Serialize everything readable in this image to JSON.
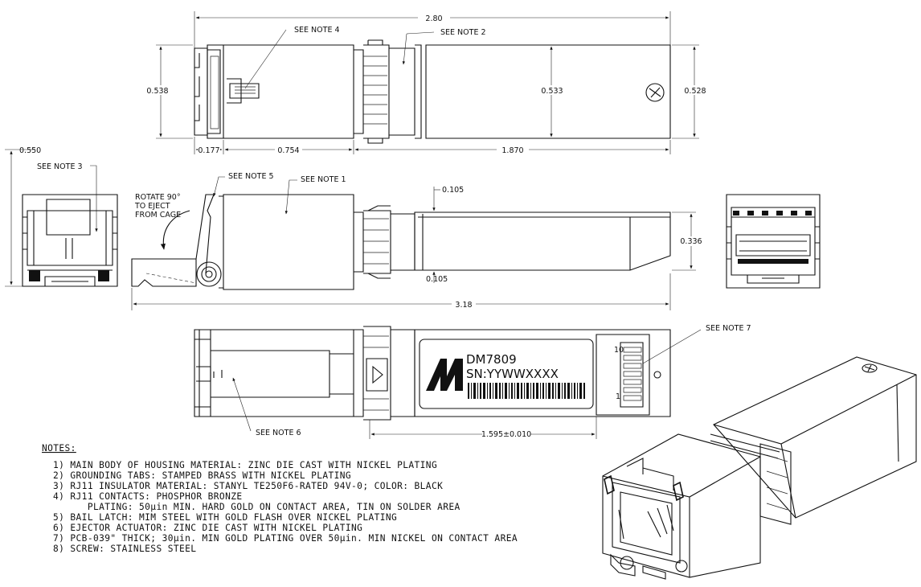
{
  "dimensions": {
    "overall_length": "2.80",
    "housing_height": "0.538",
    "mid_height": "0.533",
    "tail_height": "0.528",
    "seg_a": "0.177",
    "seg_b": "0.754",
    "seg_c": "1.870",
    "end_height": "0.550",
    "latch_top": "0.105",
    "latch_bottom": "0.105",
    "side_height": "0.336",
    "extended_length": "3.18",
    "label_pos": "1.595±0.010"
  },
  "callouts": {
    "note4": "SEE NOTE 4",
    "note2": "SEE NOTE 2",
    "note3": "SEE NOTE 3",
    "note5": "SEE NOTE 5",
    "note1": "SEE NOTE 1",
    "note7": "SEE NOTE 7",
    "note6": "SEE NOTE 6"
  },
  "rotate_text": [
    "ROTATE 90°",
    "TO EJECT",
    "FROM CAGE"
  ],
  "label": {
    "logo": "M",
    "model": "DM7809",
    "serial": "SN:YYWWXXXX",
    "pin_top": "10",
    "pin_bottom": "1"
  },
  "notes_title": "NOTES:",
  "notes": [
    "1)  MAIN BODY OF HOUSING MATERIAL: ZINC DIE CAST WITH NICKEL PLATING",
    "2)  GROUNDING TABS: STAMPED BRASS WITH NICKEL PLATING",
    "3)  RJ11 INSULATOR MATERIAL: STANYL TE250F6-RATED 94V-0; COLOR: BLACK",
    "4)  RJ11 CONTACTS: PHOSPHOR BRONZE",
    "      PLATING: 50µin MIN. HARD GOLD ON CONTACT AREA, TIN ON SOLDER AREA",
    "5)  BAIL LATCH: MIM STEEL WITH GOLD FLASH OVER NICKEL PLATING",
    "6)  EJECTOR ACTUATOR: ZINC DIE CAST WITH NICKEL PLATING",
    "7)  PCB-039\" THICK; 30µin. MIN GOLD PLATING OVER 50µin. MIN NICKEL ON CONTACT AREA",
    "8)  SCREW: STAINLESS STEEL"
  ],
  "colors": {
    "ink": "#111111",
    "paper": "#ffffff"
  }
}
